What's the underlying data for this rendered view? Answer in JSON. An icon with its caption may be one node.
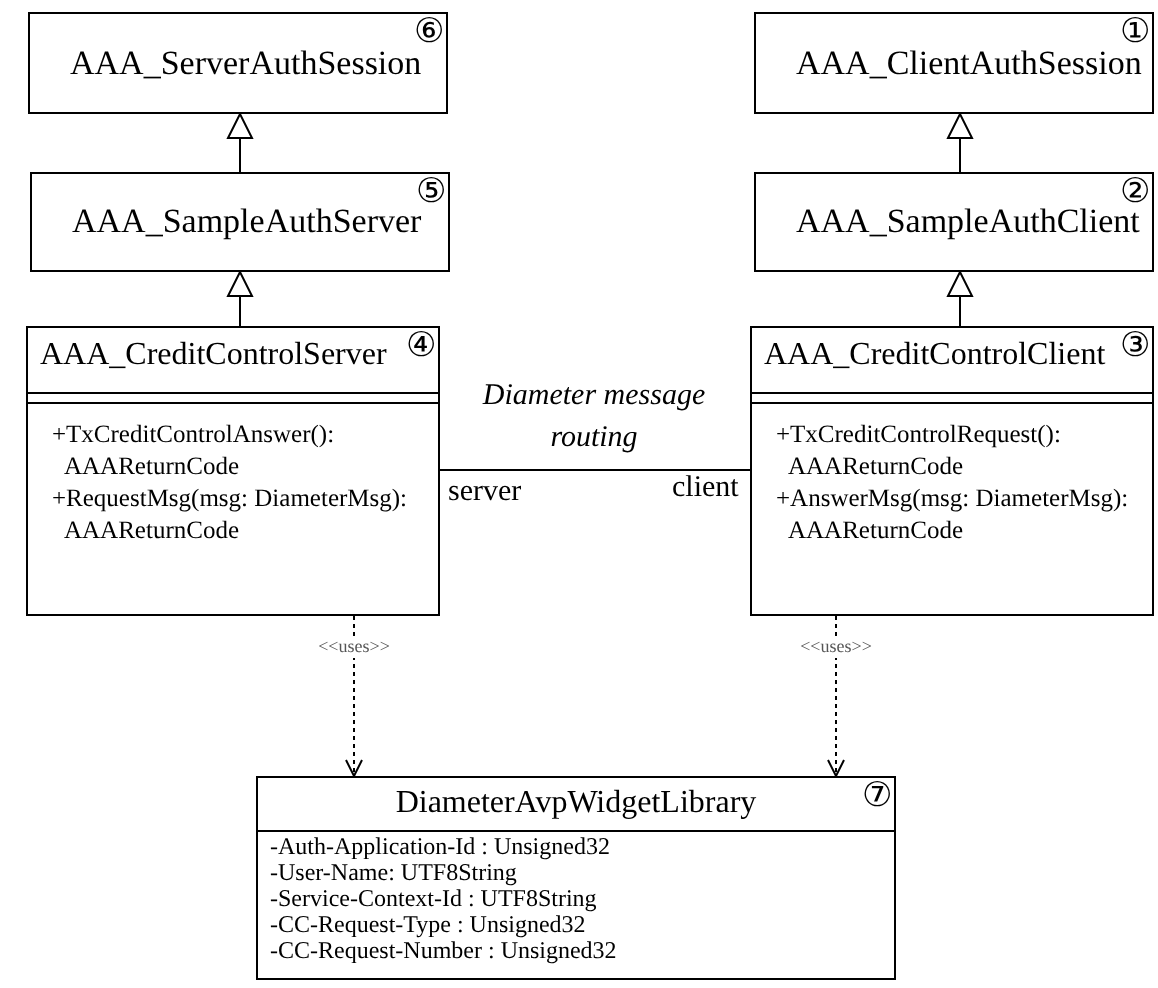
{
  "diagram": {
    "nodes": [
      {
        "text": [
          "⑥",
          "AAA_ServerAuthSession"
        ]
      },
      {
        "text": [
          "①",
          "AAA_ClientAuthSession"
        ]
      },
      {
        "text": [
          "⑤",
          "AAA_SampleAuthServer"
        ]
      },
      {
        "text": [
          "②",
          "AAA_SampleAuthClient"
        ]
      },
      {
        "text": [
          "AAA_CreditControlServer",
          "④",
          "+TxCreditControlAnswer(): AAAReturnCode",
          "+RequestMsg(msg: DiameterMsg): AAAReturnCode"
        ]
      },
      {
        "text": [
          "AAA_CreditControlClient",
          "③",
          "+TxCreditControlRequest(): AAAReturnCode",
          "+AnswerMsg(msg: DiameterMsg): AAAReturnCode"
        ]
      },
      {
        "text": [
          "DiameterAvpWidgetLibrary",
          "⑦",
          "-Auth-Application-Id : Unsigned32",
          "-User-Name: UTF8String",
          "-Service-Context-Id : UTF8String",
          "-CC-Request-Type : Unsigned32",
          "-CC-Request-Number : Unsigned32"
        ]
      }
    ],
    "edges": [
      {
        "from": 2,
        "to": 0,
        "arrow": "to"
      },
      {
        "from": 3,
        "to": 1,
        "arrow": "to"
      },
      {
        "from": 4,
        "to": 2,
        "arrow": "to"
      },
      {
        "from": 5,
        "to": 3,
        "arrow": "to"
      },
      {
        "from": 4,
        "to": 5,
        "arrow": "none",
        "label": "Diameter message routing"
      },
      {
        "from": 4,
        "to": 6,
        "arrow": "to",
        "label": "<<uses>>",
        "style": "dashed"
      },
      {
        "from": 5,
        "to": 6,
        "arrow": "to",
        "label": "<<uses>>",
        "style": "dashed"
      }
    ],
    "labels": [
      "server",
      "client"
    ]
  }
}
